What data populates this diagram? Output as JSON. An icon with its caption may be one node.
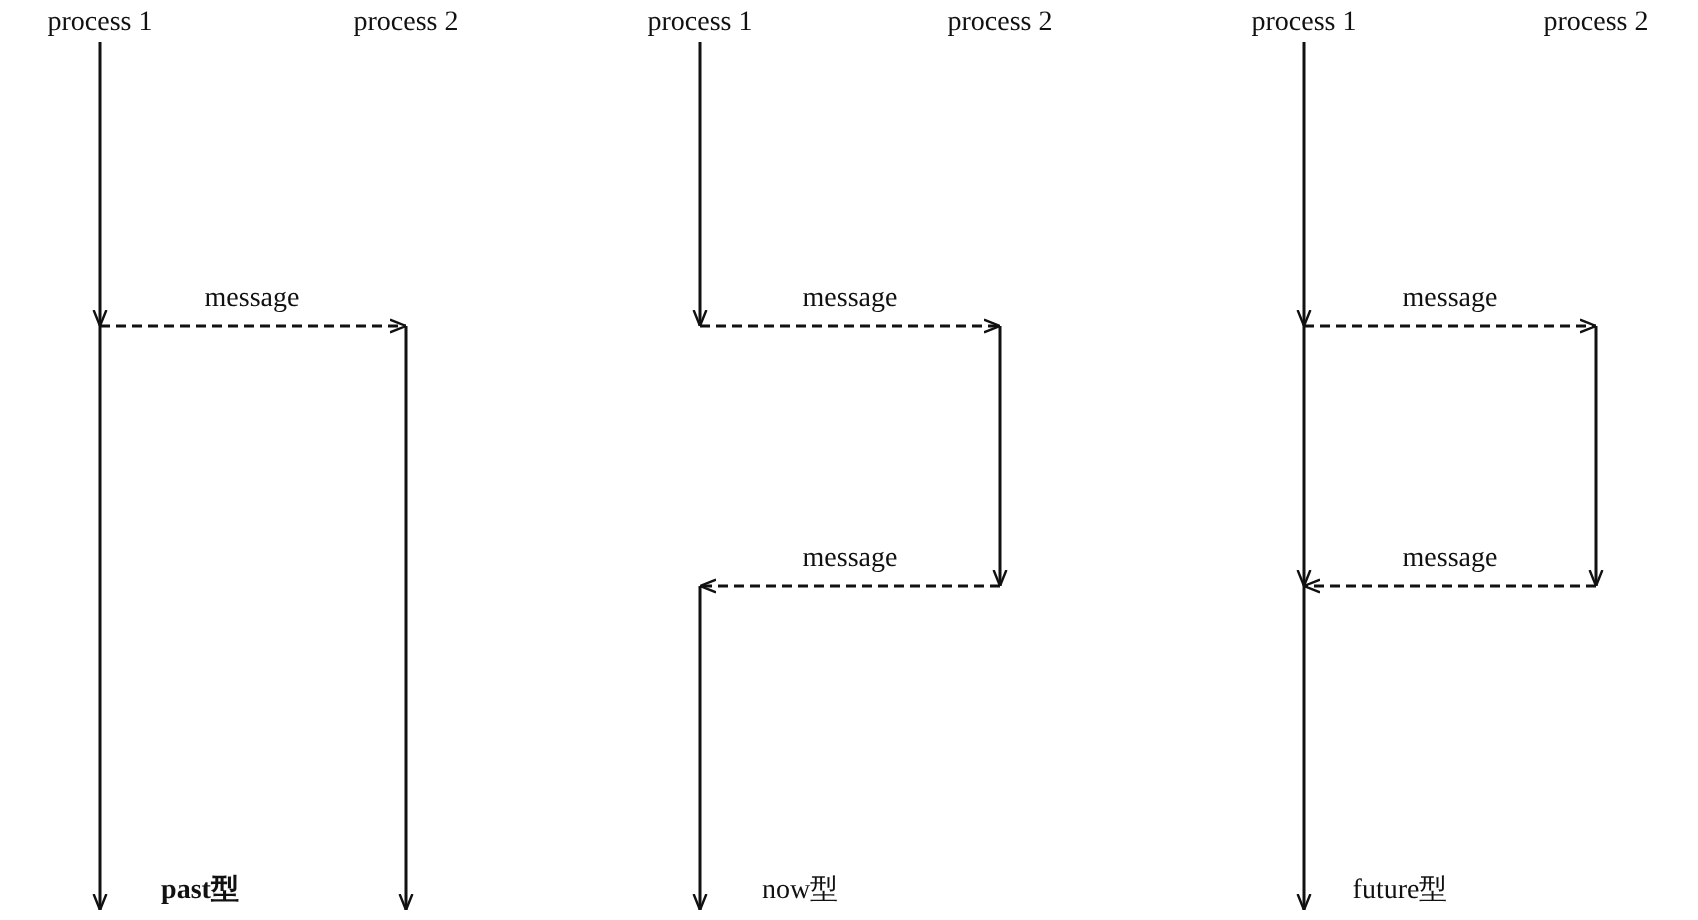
{
  "diagram": {
    "nodes": [
      {
        "text": [
          "process 1"
        ]
      },
      {
        "text": [
          "process 2"
        ]
      },
      {
        "text": [
          "process 1"
        ]
      },
      {
        "text": [
          "process 2"
        ]
      },
      {
        "text": [
          "process 1"
        ]
      },
      {
        "text": [
          "process 2"
        ]
      }
    ],
    "edges": [
      {
        "from": 0,
        "to": null,
        "arrow": "to"
      },
      {
        "from": 2,
        "to": null,
        "arrow": "to"
      },
      {
        "from": 4,
        "to": null,
        "arrow": "to"
      }
    ],
    "labels": [
      "message",
      "message",
      "message",
      "message",
      "message",
      "past型",
      "now型",
      "future型"
    ]
  }
}
